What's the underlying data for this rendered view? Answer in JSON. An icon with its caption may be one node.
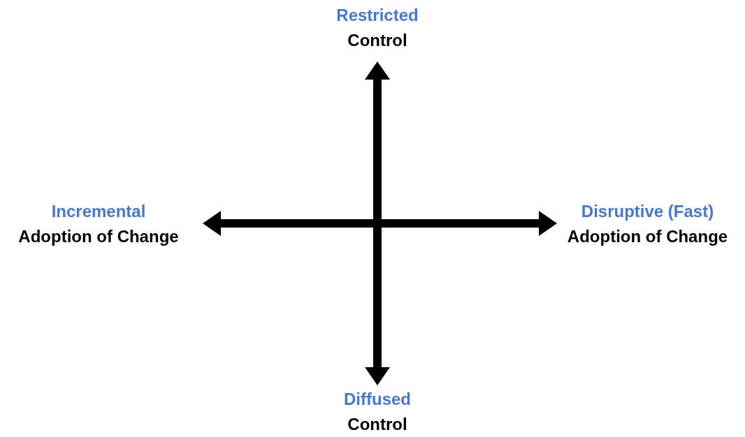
{
  "diagram": {
    "nodes": [
      {
        "text": [
          "Restricted",
          "Control"
        ]
      },
      {
        "text": [
          "Incremental",
          "Adoption of Change"
        ]
      },
      {
        "text": [
          "Disruptive (Fast)",
          "Adoption of Change"
        ]
      },
      {
        "text": [
          "Diffused",
          "Control"
        ]
      }
    ],
    "edges": [
      {
        "from": 0,
        "to": 3,
        "arrow": "both"
      },
      {
        "from": 1,
        "to": 2,
        "arrow": "both"
      }
    ]
  }
}
